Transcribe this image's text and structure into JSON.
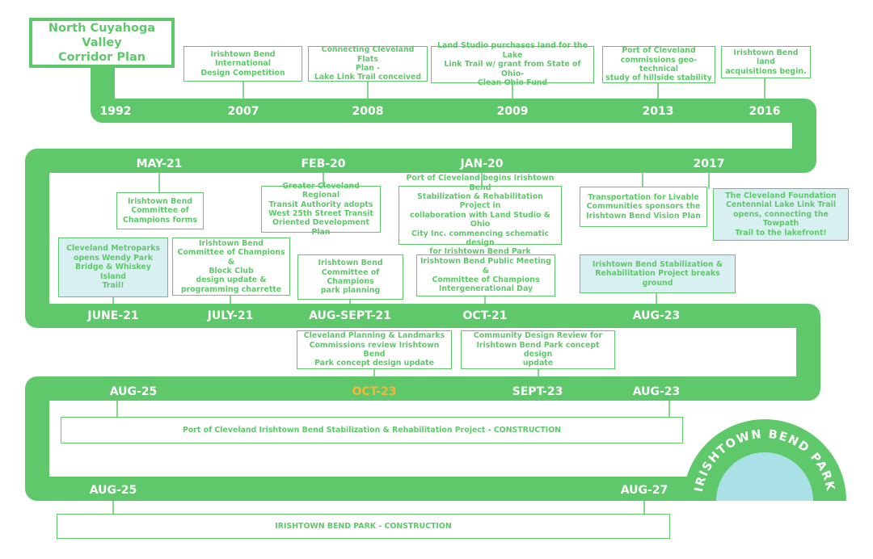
{
  "title": "North Cuyahoga Valley\nCorridor Plan",
  "years": [
    {
      "label": "1992"
    },
    {
      "label": "2007"
    },
    {
      "label": "2008"
    },
    {
      "label": "2009"
    },
    {
      "label": "2013"
    },
    {
      "label": "2016"
    },
    {
      "label": "MAY-21"
    },
    {
      "label": "FEB-20"
    },
    {
      "label": "JAN-20"
    },
    {
      "label": "2017"
    },
    {
      "label": "JUNE-21"
    },
    {
      "label": "JULY-21"
    },
    {
      "label": "AUG-SEPT-21"
    },
    {
      "label": "OCT-21"
    },
    {
      "label": "AUG-23"
    },
    {
      "label": "AUG-25"
    },
    {
      "label": "OCT-23"
    },
    {
      "label": "SEPT-23"
    },
    {
      "label": "AUG-23"
    },
    {
      "label": "AUG-25"
    },
    {
      "label": "AUG-27"
    }
  ],
  "events": [
    {
      "text": "Irishtown Bend\nInternational\nDesign Competition"
    },
    {
      "text": "Connecting Cleveland Flats\nPlan -\nLake Link Trail conceived"
    },
    {
      "text": "Land Studio purchases land for the Lake\nLink Trail w/ grant from State of Ohio-\nClean Ohio Fund"
    },
    {
      "text": "Port of Cleveland\ncommissions geo-technical\nstudy of hillside stability"
    },
    {
      "text": "Irishtown Bend land\nacquisitions begin."
    },
    {
      "text": "Irishtown Bend\nCommittee of\nChampions forms"
    },
    {
      "text": "Greater Cleveland Regional\nTransit Authority adopts\nWest 25th Street Transit\nOriented Development Plan"
    },
    {
      "text": "Port of Cleveland begins Irishtown Bend\nStabilization & Rehabilitation Project in\ncollaboration with Land Studio & Ohio\nCity Inc. commencing schematic design\nfor Irishtown Bend Park"
    },
    {
      "text": "Transportation for Livable\nCommunities  sponsors the\nIrishtown Bend Vision Plan"
    },
    {
      "text": "The Cleveland Foundation\nCentennial Lake Link Trail\nopens, connecting the Towpath\nTrail to the lakefront!"
    },
    {
      "text": "Cleveland Metroparks\nopens Wendy Park\nBridge & Whiskey Island\nTrail!"
    },
    {
      "text": "Irishtown Bend\nCommittee of Champions &\nBlock Club\ndesign update &\nprogramming charrette"
    },
    {
      "text": "Irishtown Bend\nCommittee of Champions\npark planning"
    },
    {
      "text": "Irishtown Bend Public Meeting &\nCommittee  of Champions\nIntergenerational Day"
    },
    {
      "text": "Irishtown Bend Stabilization &\nRehabilitation Project breaks ground"
    },
    {
      "text": "Cleveland Planning & Landmarks\nCommissions review Irishtown Bend\nPark concept design update"
    },
    {
      "text": "Community Design Review for\nIrishtown Bend Park concept design\nupdate"
    },
    {
      "text": "Port of Cleveland Irishtown Bend Stabilization & Rehabilitation Project - CONSTRUCTION"
    },
    {
      "text": "IRISHTOWN BEND PARK - CONSTRUCTION"
    }
  ],
  "logo": {
    "text": "IRISHTOWN BEND PARK"
  },
  "colors": {
    "road": "#5ec86a",
    "highlight": "#f4b73a",
    "tint": "#d9f0f3",
    "pond": "#a9e1e6"
  }
}
